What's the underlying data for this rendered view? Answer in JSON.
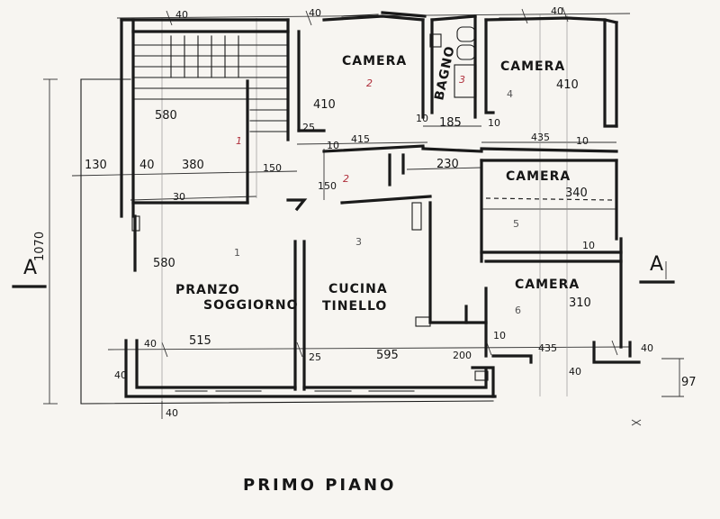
{
  "plan": {
    "title": "PRIMO PIANO",
    "section_mark": "A",
    "rooms": {
      "camera_top": "CAMERA",
      "bagno": "BAGNO",
      "camera_top_right": "CAMERA",
      "camera_mid_right": "CAMERA",
      "camera_bottom_right": "CAMERA",
      "pranzo": "PRANZO",
      "soggiorno": "SOGGIORNO",
      "cucina": "CUCINA",
      "tinello": "TINELLO"
    },
    "room_numbers": {
      "stair": "1",
      "camera_top": "2",
      "bagno": "3",
      "camera_top_right": "4",
      "hall": "2",
      "pranzo": "1",
      "cucina": "3",
      "camera_mid_right": "5",
      "camera_bottom_right": "6"
    },
    "dimensions": {
      "top_left_40": "40",
      "top_mid_40": "40",
      "top_right_40": "40",
      "d580_top": "580",
      "d380": "380",
      "d130": "130",
      "d40_left": "40",
      "d150_h": "150",
      "d30": "30",
      "d150_v": "150",
      "d1070": "1070",
      "d580_mid": "580",
      "d410_camera": "410",
      "d25_top": "25",
      "d10_a": "10",
      "d415": "415",
      "d10_b": "10",
      "d185": "185",
      "d10_c": "10",
      "d410_right": "410",
      "d435_top": "435",
      "d10_d": "10",
      "d230": "230",
      "d340": "340",
      "d10_e": "10",
      "d310": "310",
      "d40_bl": "40",
      "d515": "515",
      "d25_bottom": "25",
      "d595": "595",
      "d200": "200",
      "d10_f": "10",
      "d435_bottom": "435",
      "d40_br": "40",
      "d40_br2": "40",
      "d97": "97",
      "d40_side": "40",
      "d40_bottom": "40"
    }
  }
}
